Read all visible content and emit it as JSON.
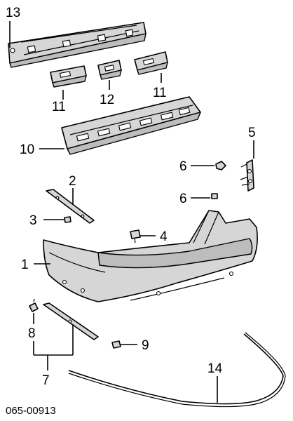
{
  "diagram": {
    "callouts": {
      "c13": "13",
      "c11a": "11",
      "c12": "12",
      "c11b": "11",
      "c10": "10",
      "c5": "5",
      "c6a": "6",
      "c6b": "6",
      "c2": "2",
      "c3": "3",
      "c4": "4",
      "c1": "1",
      "c8": "8",
      "c9": "9",
      "c7": "7",
      "c14": "14"
    },
    "diagram_code": "065-00913"
  }
}
